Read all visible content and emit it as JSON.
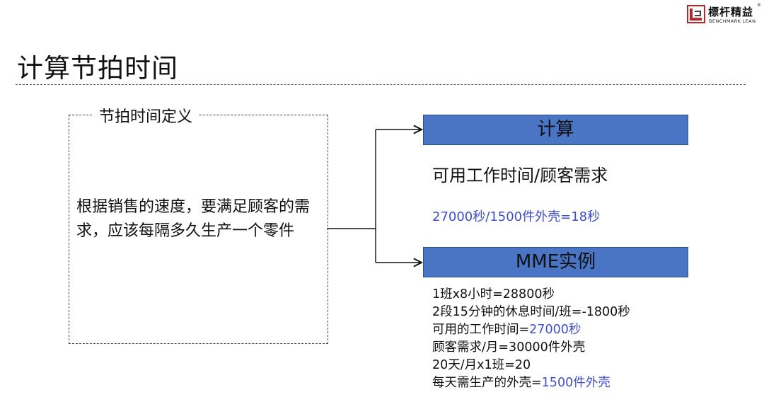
{
  "header": {
    "title": "计算节拍时间",
    "logo": {
      "name_cn": "標杆精益",
      "name_en": "BENCHMARK LEAN",
      "reg_mark": "®",
      "brand_color": "#b7282e"
    }
  },
  "definition": {
    "legend": "节拍时间定义",
    "text": "根据销售的速度，要满足顾客的需求，应该每隔多久生产一个零件"
  },
  "calculation": {
    "header": "计算",
    "formula": "可用工作时间/顾客需求",
    "result": "27000秒/1500件外壳=18秒"
  },
  "mme_example": {
    "header": "MME实例",
    "lines": [
      {
        "text": "1班x8小时=28800秒"
      },
      {
        "text": "2段15分钟的休息时间/班=-1800秒"
      },
      {
        "text": "可用的工作时间=",
        "highlight": "27000秒"
      },
      {
        "text": "顾客需求/月=30000件外壳"
      },
      {
        "text": "20天/月x1班=20"
      },
      {
        "text": "每天需生产的外壳=",
        "highlight": "1500件外壳"
      }
    ]
  },
  "colors": {
    "bar_fill": "#4a74c4",
    "highlight_text": "#3f4fc8"
  }
}
